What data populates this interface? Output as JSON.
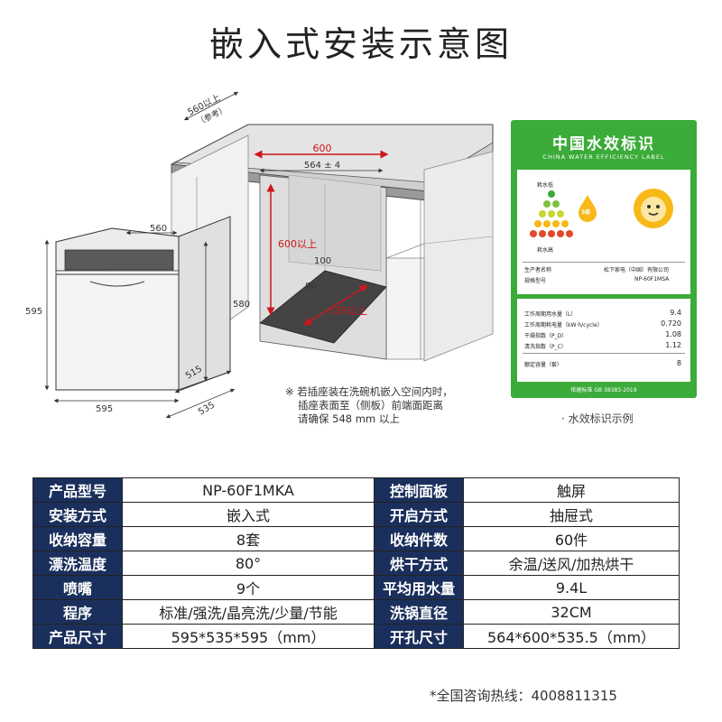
{
  "page_title": "嵌入式安装示意图",
  "diagram": {
    "dim_560_top": "560以上",
    "dim_ref": "（参考）",
    "dim_600": "600",
    "dim_564": "564 ± 4",
    "dim_600_up": "600以上",
    "dim_100": "100",
    "dim_80": "80",
    "dim_535_up": "535以上",
    "dim_560": "560",
    "dim_595_left": "595",
    "dim_580": "580",
    "dim_515": "515",
    "dim_595_bottom": "595",
    "dim_535": "535",
    "note_lines": [
      "※ 若插座装在洗碗机嵌入空间内时，",
      "插座表面至（侧板）前端面距离",
      "请确保 548 mm 以上"
    ]
  },
  "efficiency_label": {
    "title": "中国水效标识",
    "subtitle": "CHINA WATER EFFICIENCY LABEL",
    "grade_top": "耗水低",
    "grade_bottom": "耗水高",
    "grade": "3级",
    "producer_label": "生产者名称",
    "producer_value": "松下家电（中国）有限公司",
    "model_label": "规格型号",
    "model_value": "NP-60F1MSA",
    "rows": [
      {
        "label": "工作周期用水量（L）",
        "value": "9.4"
      },
      {
        "label": "工作周期耗电量（kW·h/cycle）",
        "value": "0.720"
      },
      {
        "label": "干燥指数（P_D）",
        "value": "1.08"
      },
      {
        "label": "清洗指数（P_C）",
        "value": "1.12"
      },
      {
        "label": "额定容量（套）",
        "value": "8"
      }
    ],
    "standard": "依据标准 GB 38383-2019",
    "caption": "· 水效标识示例"
  },
  "specs": [
    {
      "k1": "产品型号",
      "v1": "NP-60F1MKA",
      "k2": "控制面板",
      "v2": "触屏"
    },
    {
      "k1": "安装方式",
      "v1": "嵌入式",
      "k2": "开启方式",
      "v2": "抽屉式"
    },
    {
      "k1": "收纳容量",
      "v1": "8套",
      "k2": "收纳件数",
      "v2": "60件"
    },
    {
      "k1": "漂洗温度",
      "v1": "80°",
      "k2": "烘干方式",
      "v2": "余温/送风/加热烘干"
    },
    {
      "k1": "喷嘴",
      "v1": "9个",
      "k2": "平均用水量",
      "v2": "9.4L"
    },
    {
      "k1": "程序",
      "v1": "标准/强洗/晶亮洗/少量/节能",
      "k2": "洗锅直径",
      "v2": "32CM"
    },
    {
      "k1": "产品尺寸",
      "v1": "595*535*595（mm）",
      "k2": "开孔尺寸",
      "v2": "564*600*535.5（mm）"
    }
  ],
  "hotline": "*全国咨询热线：4008811315",
  "colors": {
    "header_bg": "#1b2f5c",
    "label_green": "#3bab3a",
    "dimension_red": "#d0151c"
  }
}
